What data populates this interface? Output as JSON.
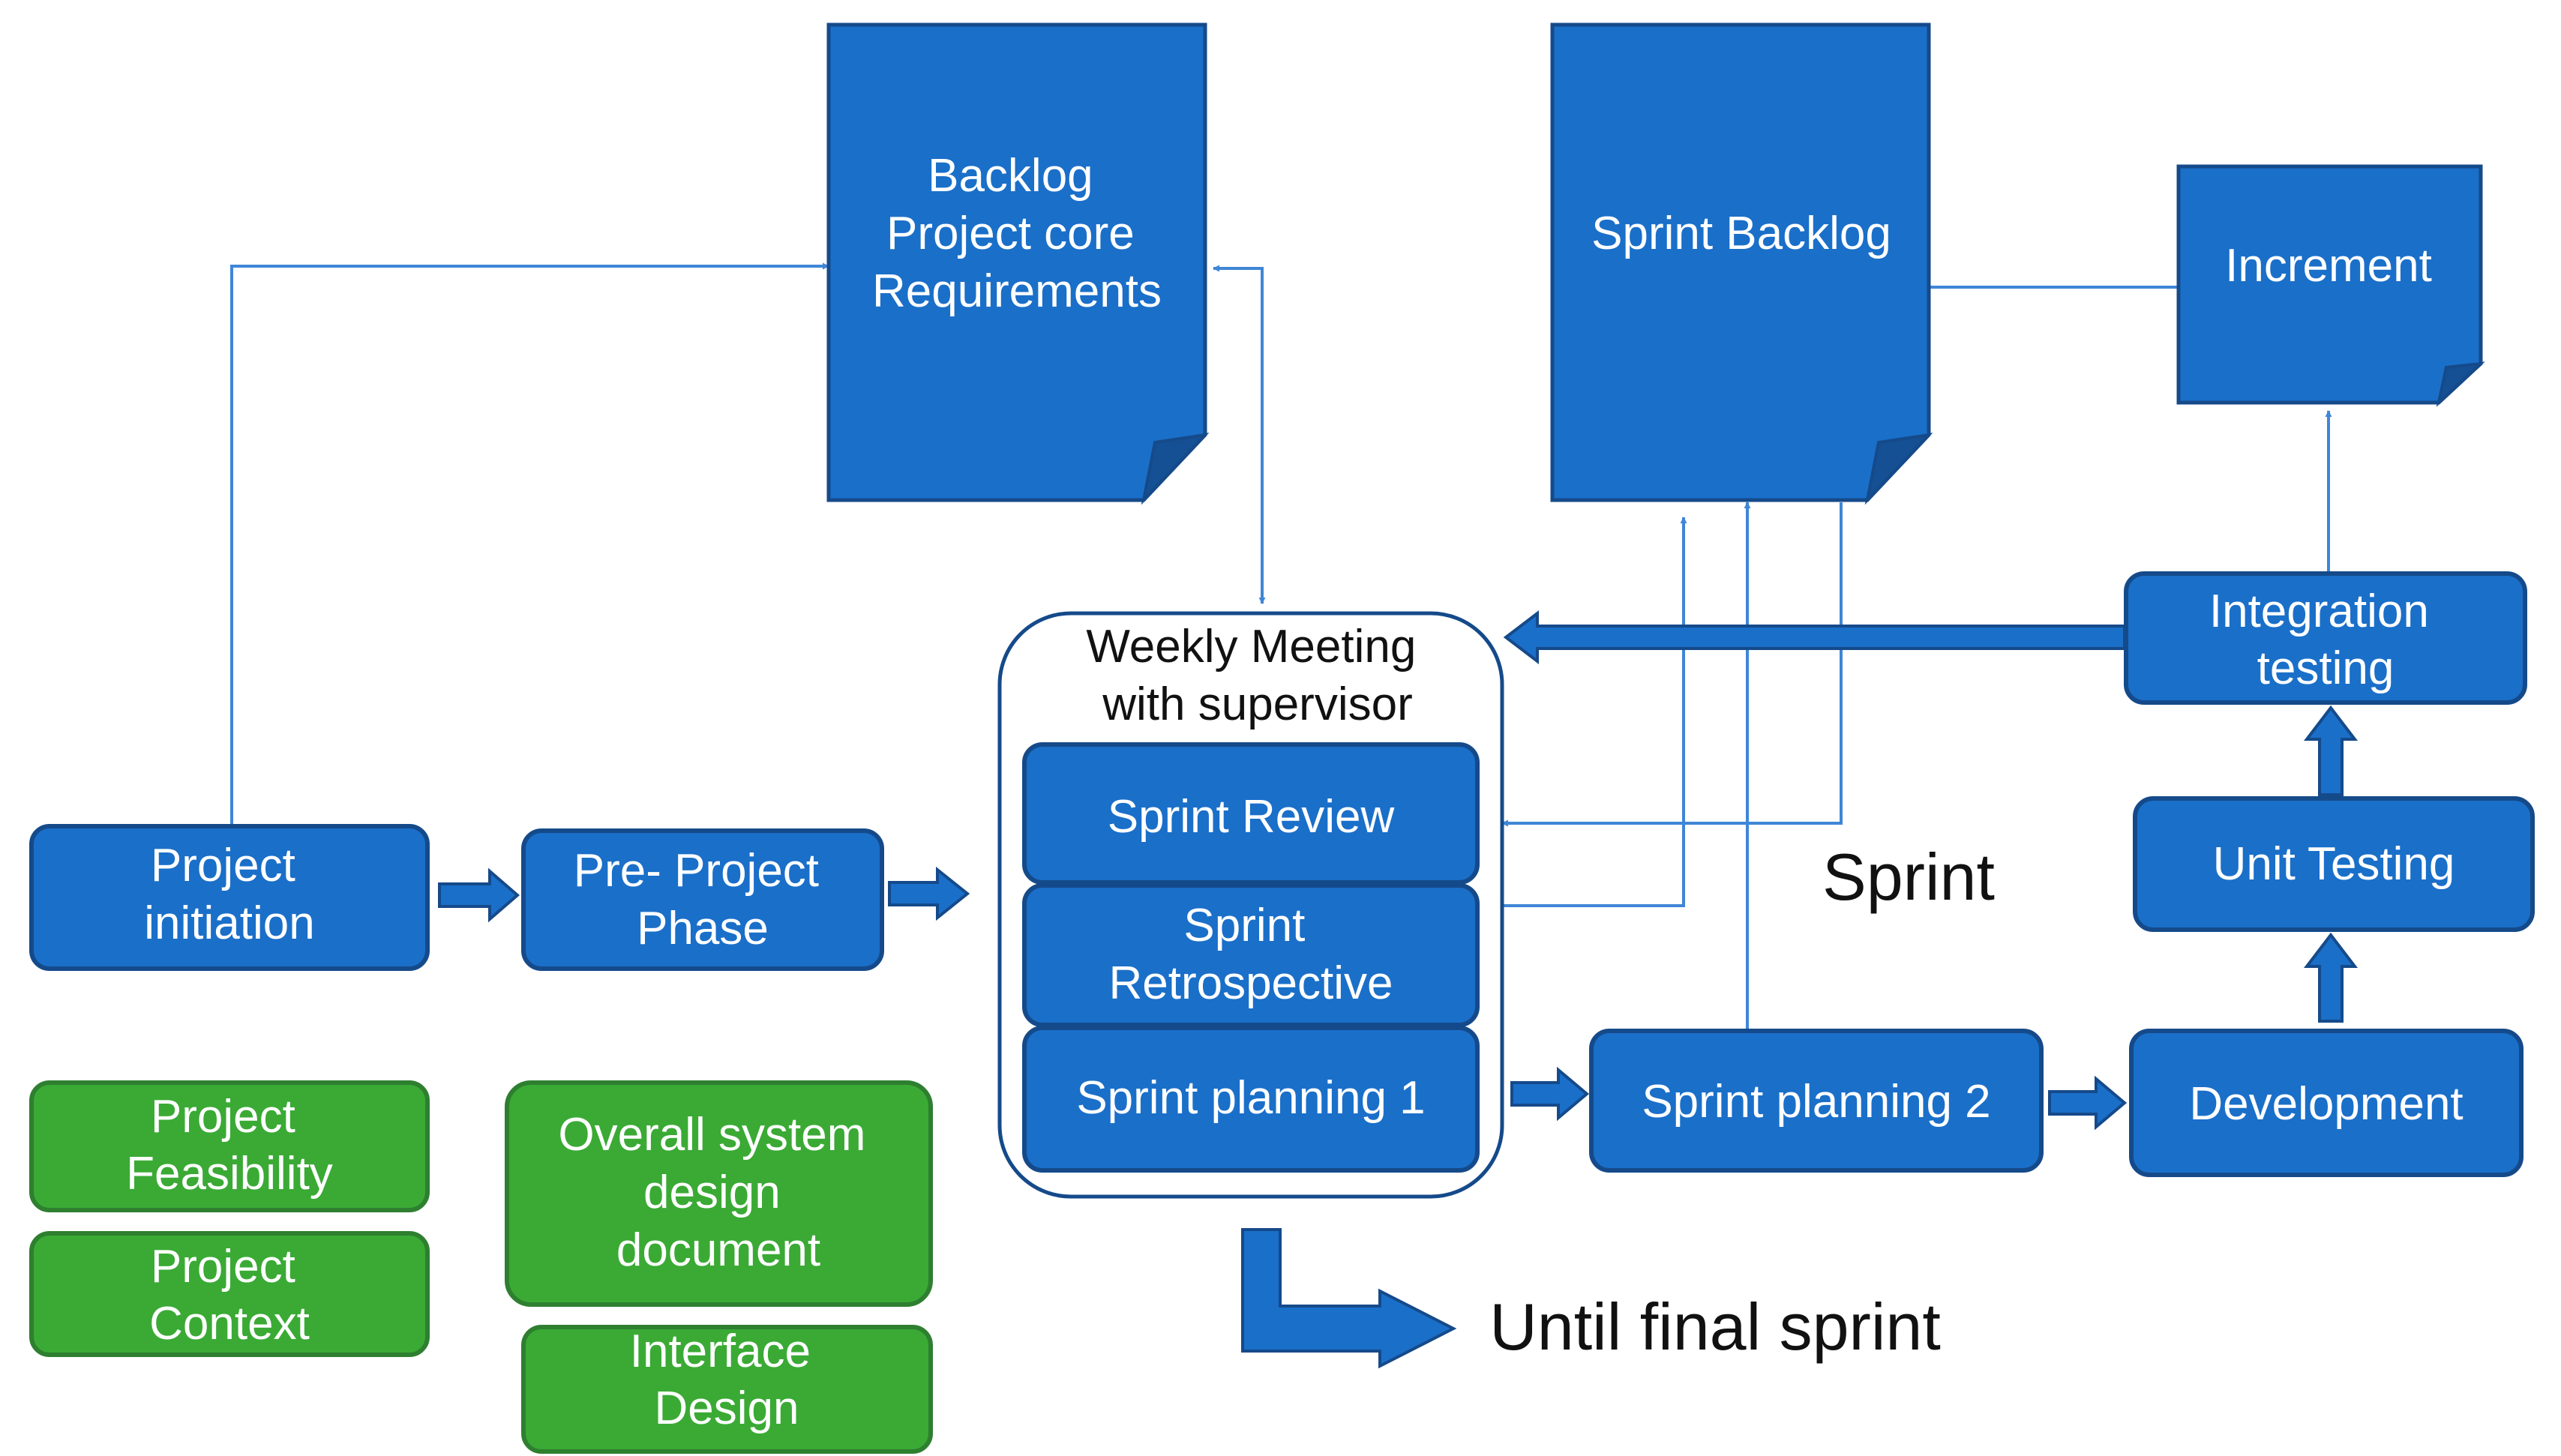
{
  "documents": {
    "backlog": [
      "Backlog",
      "Project core",
      "Requirements"
    ],
    "sprint_backlog": [
      "Sprint Backlog"
    ],
    "increment": [
      "Increment"
    ]
  },
  "phases": {
    "project_initiation": [
      "Project",
      "initiation"
    ],
    "pre_project": [
      "Pre- Project",
      "Phase"
    ],
    "sprint_planning_2": [
      "Sprint planning 2"
    ],
    "development": [
      "Development"
    ],
    "unit_testing": [
      "Unit Testing"
    ],
    "integration_testing": [
      "Integration",
      "testing"
    ]
  },
  "weekly_meeting": {
    "title": [
      "Weekly Meeting",
      "with supervisor"
    ],
    "sprint_review": [
      "Sprint Review"
    ],
    "sprint_retrospective": [
      "Sprint",
      "Retrospective"
    ],
    "sprint_planning_1": [
      "Sprint planning 1"
    ]
  },
  "deliverables": {
    "project_feasibility": [
      "Project",
      "Feasibility"
    ],
    "project_context": [
      "Project",
      "Context"
    ],
    "overall_design": [
      "Overall system",
      "design",
      "document"
    ],
    "interface_design": [
      "Interface",
      "Design"
    ]
  },
  "labels": {
    "sprint": "Sprint",
    "until_final": "Until final sprint"
  },
  "colors": {
    "blue_fill": "#1a6fc9",
    "blue_border": "#154a8a",
    "green_fill": "#3aaa35",
    "connector": "#3f86d6"
  }
}
